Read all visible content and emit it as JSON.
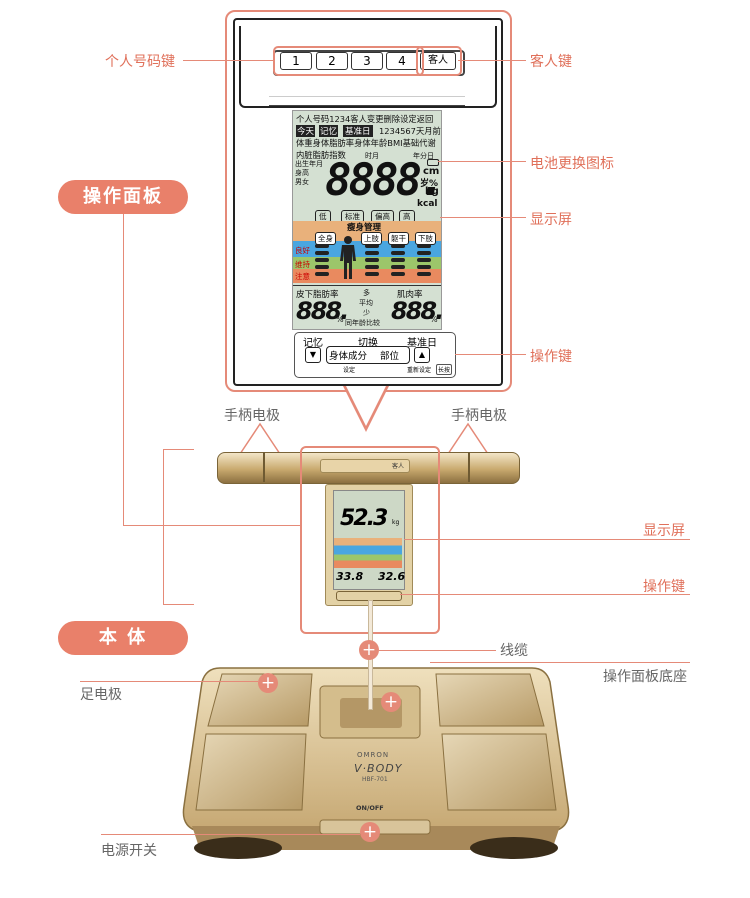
{
  "callouts": {
    "user_keys": "个人号码键",
    "guest_key": "客人键",
    "battery_icon": "电池更换图标",
    "display_top": "显示屏",
    "control_keys_top": "操作键",
    "handle_left": "手柄电极",
    "handle_right": "手柄电极",
    "display_mid": "显示屏",
    "control_keys_mid": "操作键",
    "cable": "线缆",
    "panel_base": "操作面板底座",
    "foot_electrode": "足电极",
    "power_switch": "电源开关"
  },
  "sections": {
    "panel": "操作面板",
    "body": "本 体"
  },
  "panel": {
    "user_keys": [
      "1",
      "2",
      "3",
      "4"
    ],
    "guest_key": "客人",
    "lcd": {
      "row1": "个人号码1234客人变更删除设定返回",
      "tag_today": "今天",
      "tag_memory": "记忆",
      "tag_base": "基准日",
      "row2_tail": "1234567天月前",
      "row3": "体重身体脂肪率身体年龄BMI基础代谢",
      "row4": "内脏脂肪指数",
      "month": "时月",
      "year_day": "年分日",
      "birth": "出生年月",
      "height": "身高",
      "gender": "男女",
      "big_number": "8888.",
      "unit_cm": "cm",
      "unit_age": "岁%",
      "unit_kg": "kg",
      "unit_kcal": "kcal",
      "levels": [
        "低",
        "标准",
        "偏高",
        "高"
      ],
      "slim_title": "瘦身管理",
      "parts": [
        "全身",
        "上肢",
        "躯干",
        "下肢"
      ],
      "status": [
        "良好",
        "维持",
        "注意"
      ],
      "sub_fat": "皮下脂肪率",
      "muscle": "肌肉率",
      "fat_value": "888.",
      "muscle_value": "888.",
      "pct": "%",
      "compare_many": "多",
      "compare_avg": "平均",
      "compare_few": "少",
      "compare_label": "同年龄比较"
    },
    "ctl": {
      "memory": "记忆",
      "switch": "切换",
      "base": "基准日",
      "body_comp": "身体成分",
      "part": "部位",
      "setting": "设定",
      "reset": "重新设定",
      "hold": "长按"
    }
  },
  "device": {
    "mid_weight": "52.3",
    "mid_unit": "kg",
    "mid_fat": "33.8",
    "mid_muscle": "32.6",
    "guest_key": "客人",
    "brand": "OMRON",
    "model": "V·BODY",
    "model_code": "HBF-701",
    "onoff": "ON/OFF"
  }
}
